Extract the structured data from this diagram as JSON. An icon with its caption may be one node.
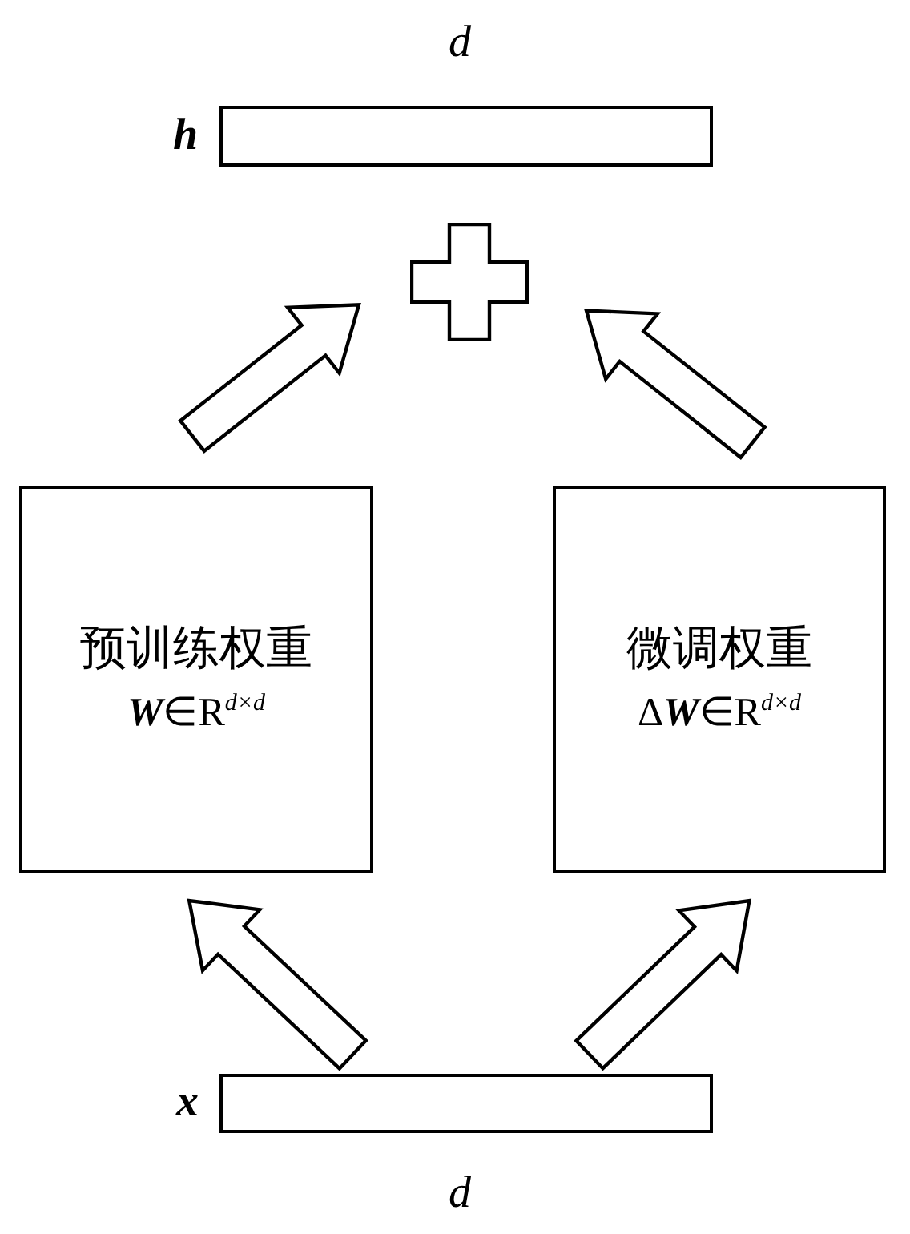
{
  "diagram": {
    "nodes": [
      {
        "text": [],
        "shape": "bar",
        "beside": [
          "d",
          "h"
        ]
      },
      {
        "text": [],
        "shape": "plus"
      },
      {
        "text": [
          "预训练权重",
          "**W**∈R$^{d×d}$"
        ]
      },
      {
        "text": [
          "微调权重",
          "Δ**W**∈R$^{d×d}$"
        ]
      },
      {
        "text": [],
        "shape": "bar",
        "beside": [
          "x",
          "d"
        ]
      }
    ],
    "edges": [
      {
        "from": 2,
        "to": 1,
        "arrow": "to"
      },
      {
        "from": 3,
        "to": 1,
        "arrow": "to"
      },
      {
        "from": 4,
        "to": 2,
        "arrow": "to"
      },
      {
        "from": 4,
        "to": 3,
        "arrow": "to"
      }
    ]
  }
}
